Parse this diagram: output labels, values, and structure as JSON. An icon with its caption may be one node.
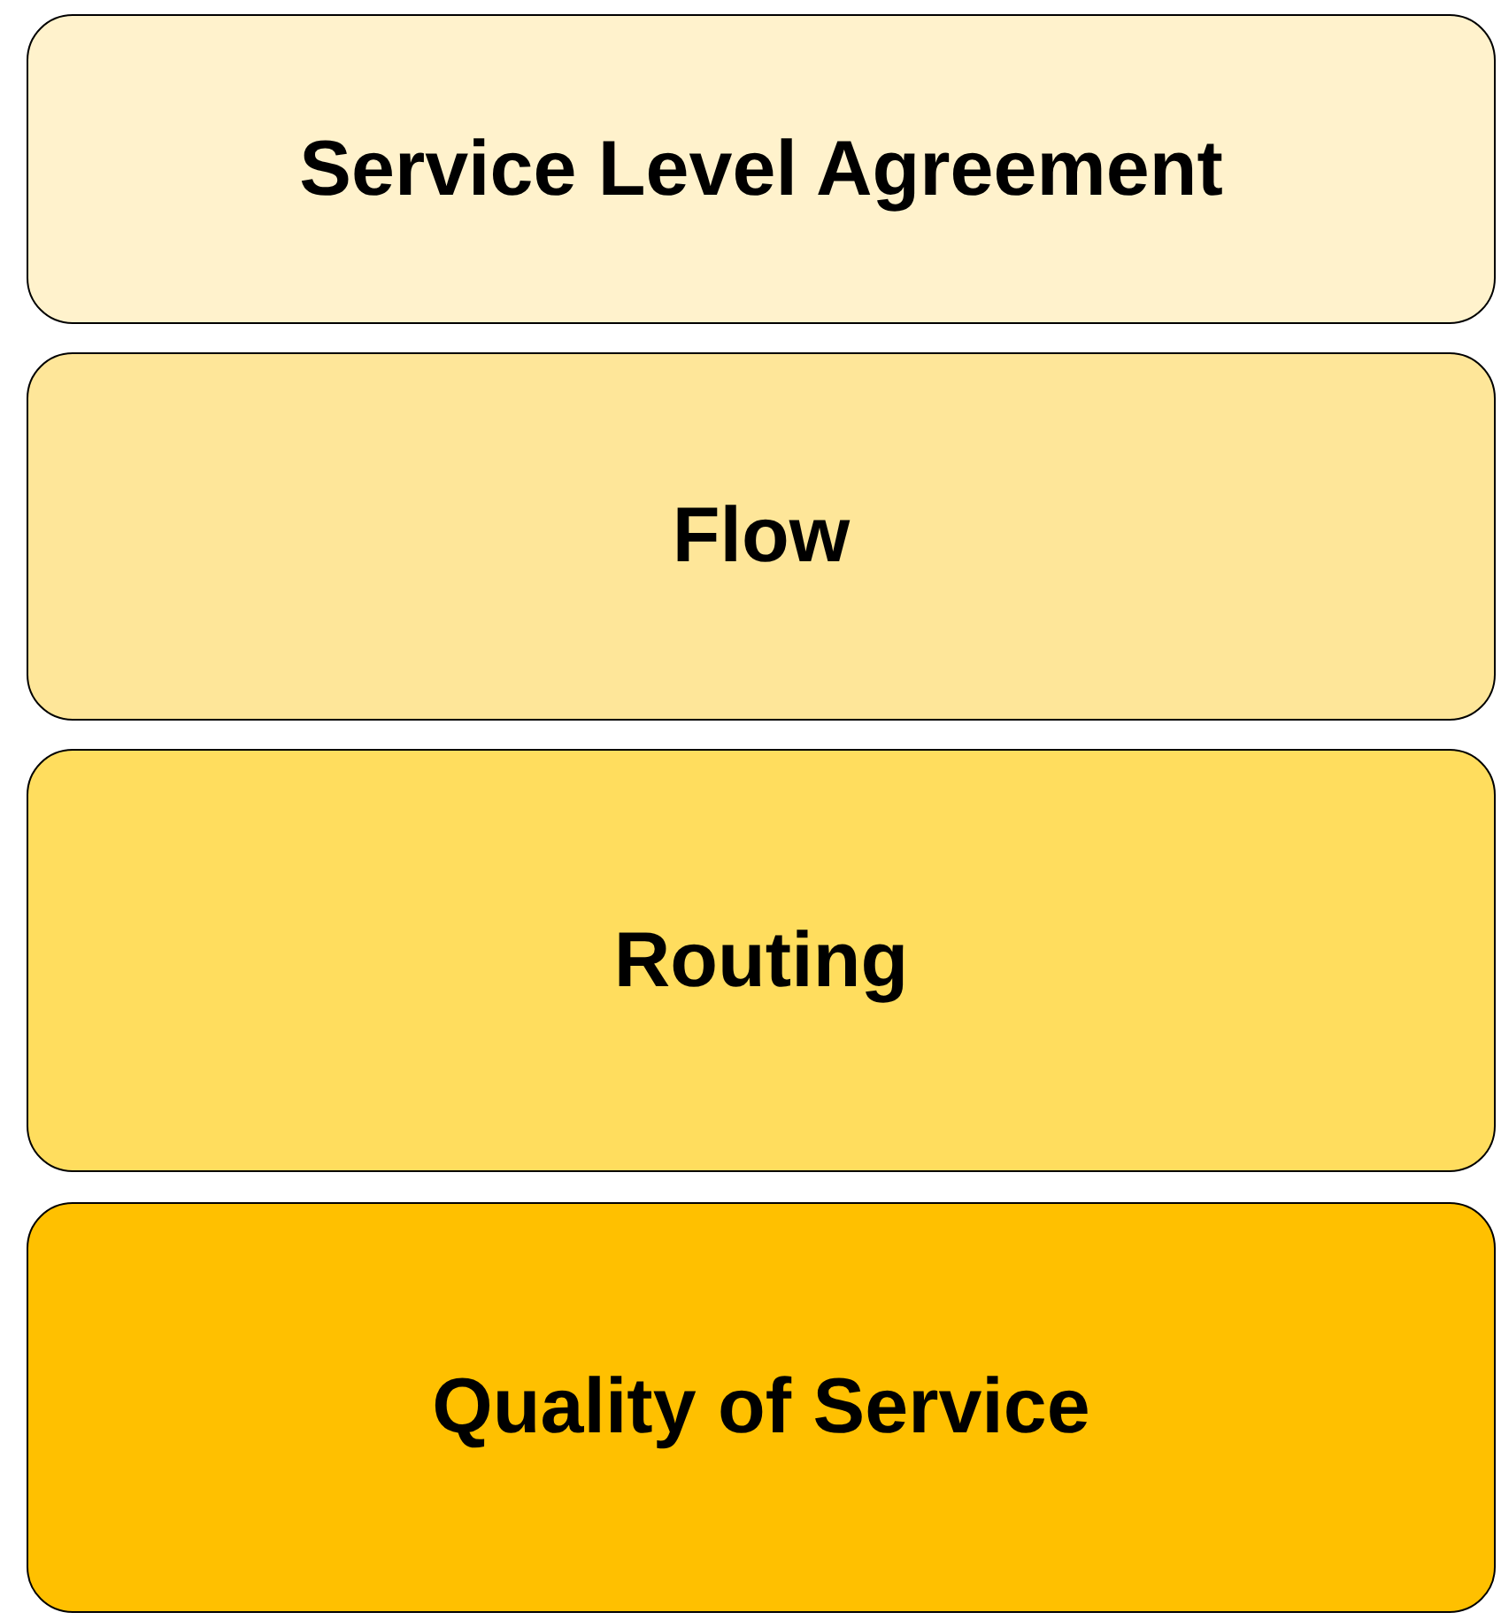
{
  "diagram": {
    "nodes": [
      {
        "text": [
          "Service Level Agreement"
        ]
      },
      {
        "text": [
          "Flow"
        ]
      },
      {
        "text": [
          "Routing"
        ]
      },
      {
        "text": [
          "Quality of Service"
        ]
      }
    ]
  }
}
